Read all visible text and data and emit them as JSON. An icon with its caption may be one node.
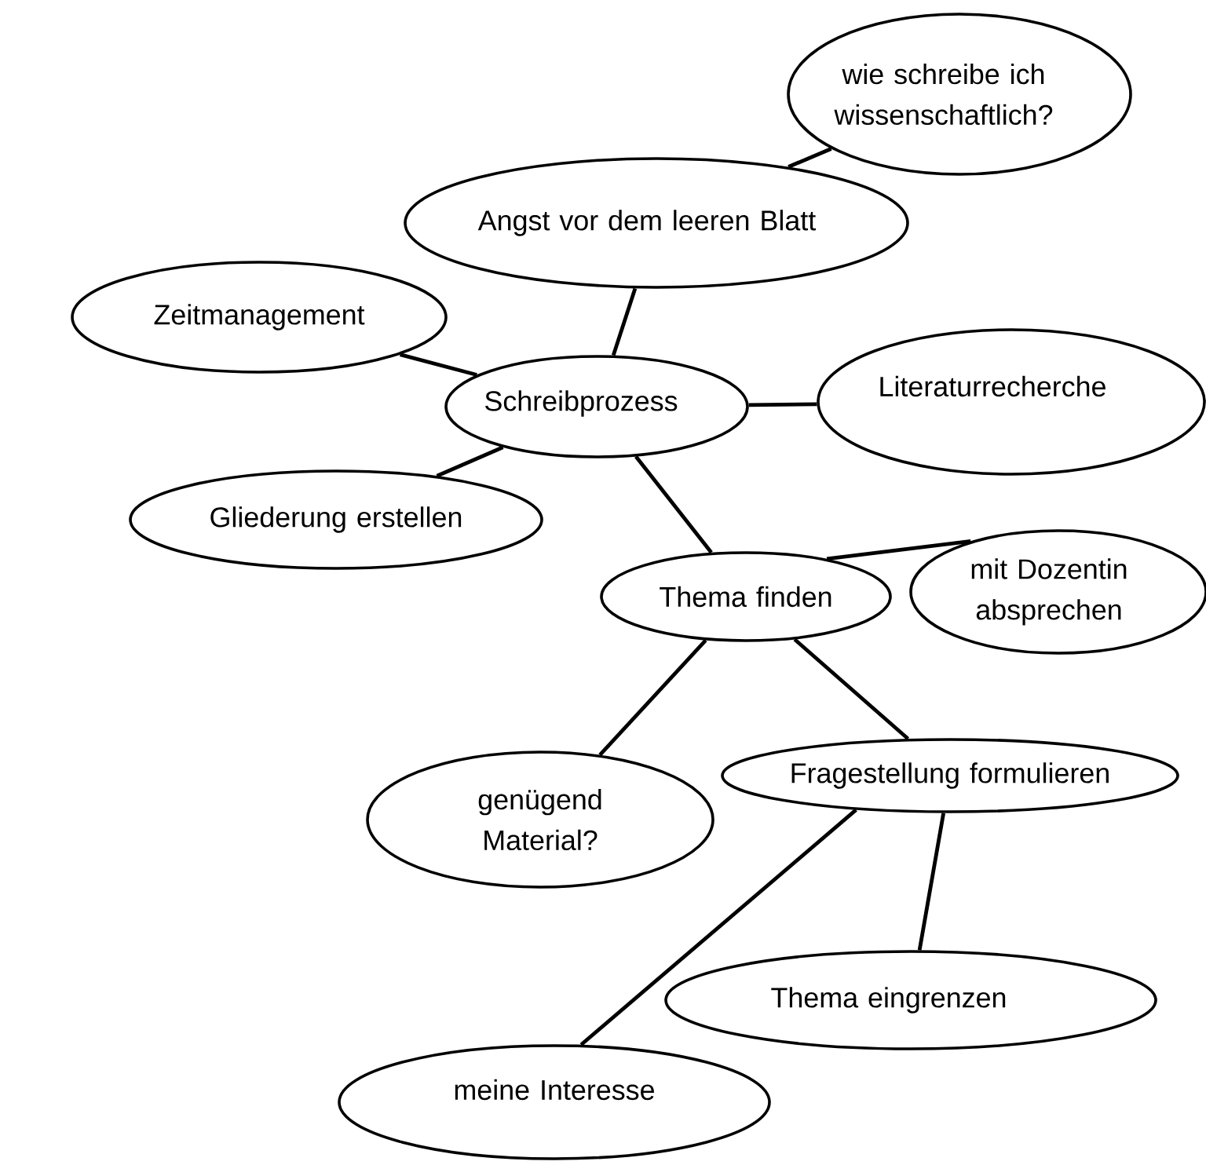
{
  "diagram": {
    "nodes": [
      {
        "text": [
          "wie schreibe ich wissenschaftlich?"
        ]
      },
      {
        "text": [
          "Angst vor dem leeren Blatt"
        ]
      },
      {
        "text": [
          "Zeitmanagement"
        ]
      },
      {
        "text": [
          "Schreibprozess"
        ]
      },
      {
        "text": [
          "Literaturrecherche"
        ]
      },
      {
        "text": [
          "Gliederung erstellen"
        ]
      },
      {
        "text": [
          "Thema finden"
        ]
      },
      {
        "text": [
          "mit Dozentin absprechen"
        ]
      },
      {
        "text": [
          "genügend Material?"
        ]
      },
      {
        "text": [
          "Fragestellung formulieren"
        ]
      },
      {
        "text": [
          "Thema eingrenzen"
        ]
      },
      {
        "text": [
          "meine Interesse"
        ]
      }
    ],
    "edges": [
      {
        "from": 1,
        "to": 0,
        "arrow": "none"
      },
      {
        "from": 1,
        "to": 3,
        "arrow": "none"
      },
      {
        "from": 2,
        "to": 3,
        "arrow": "none"
      },
      {
        "from": 3,
        "to": 4,
        "arrow": "none"
      },
      {
        "from": 3,
        "to": 5,
        "arrow": "none"
      },
      {
        "from": 3,
        "to": 6,
        "arrow": "none"
      },
      {
        "from": 6,
        "to": 7,
        "arrow": "none"
      },
      {
        "from": 6,
        "to": 8,
        "arrow": "none"
      },
      {
        "from": 6,
        "to": 9,
        "arrow": "none"
      },
      {
        "from": 9,
        "to": 10,
        "arrow": "none"
      },
      {
        "from": 9,
        "to": 11,
        "arrow": "none"
      }
    ]
  }
}
